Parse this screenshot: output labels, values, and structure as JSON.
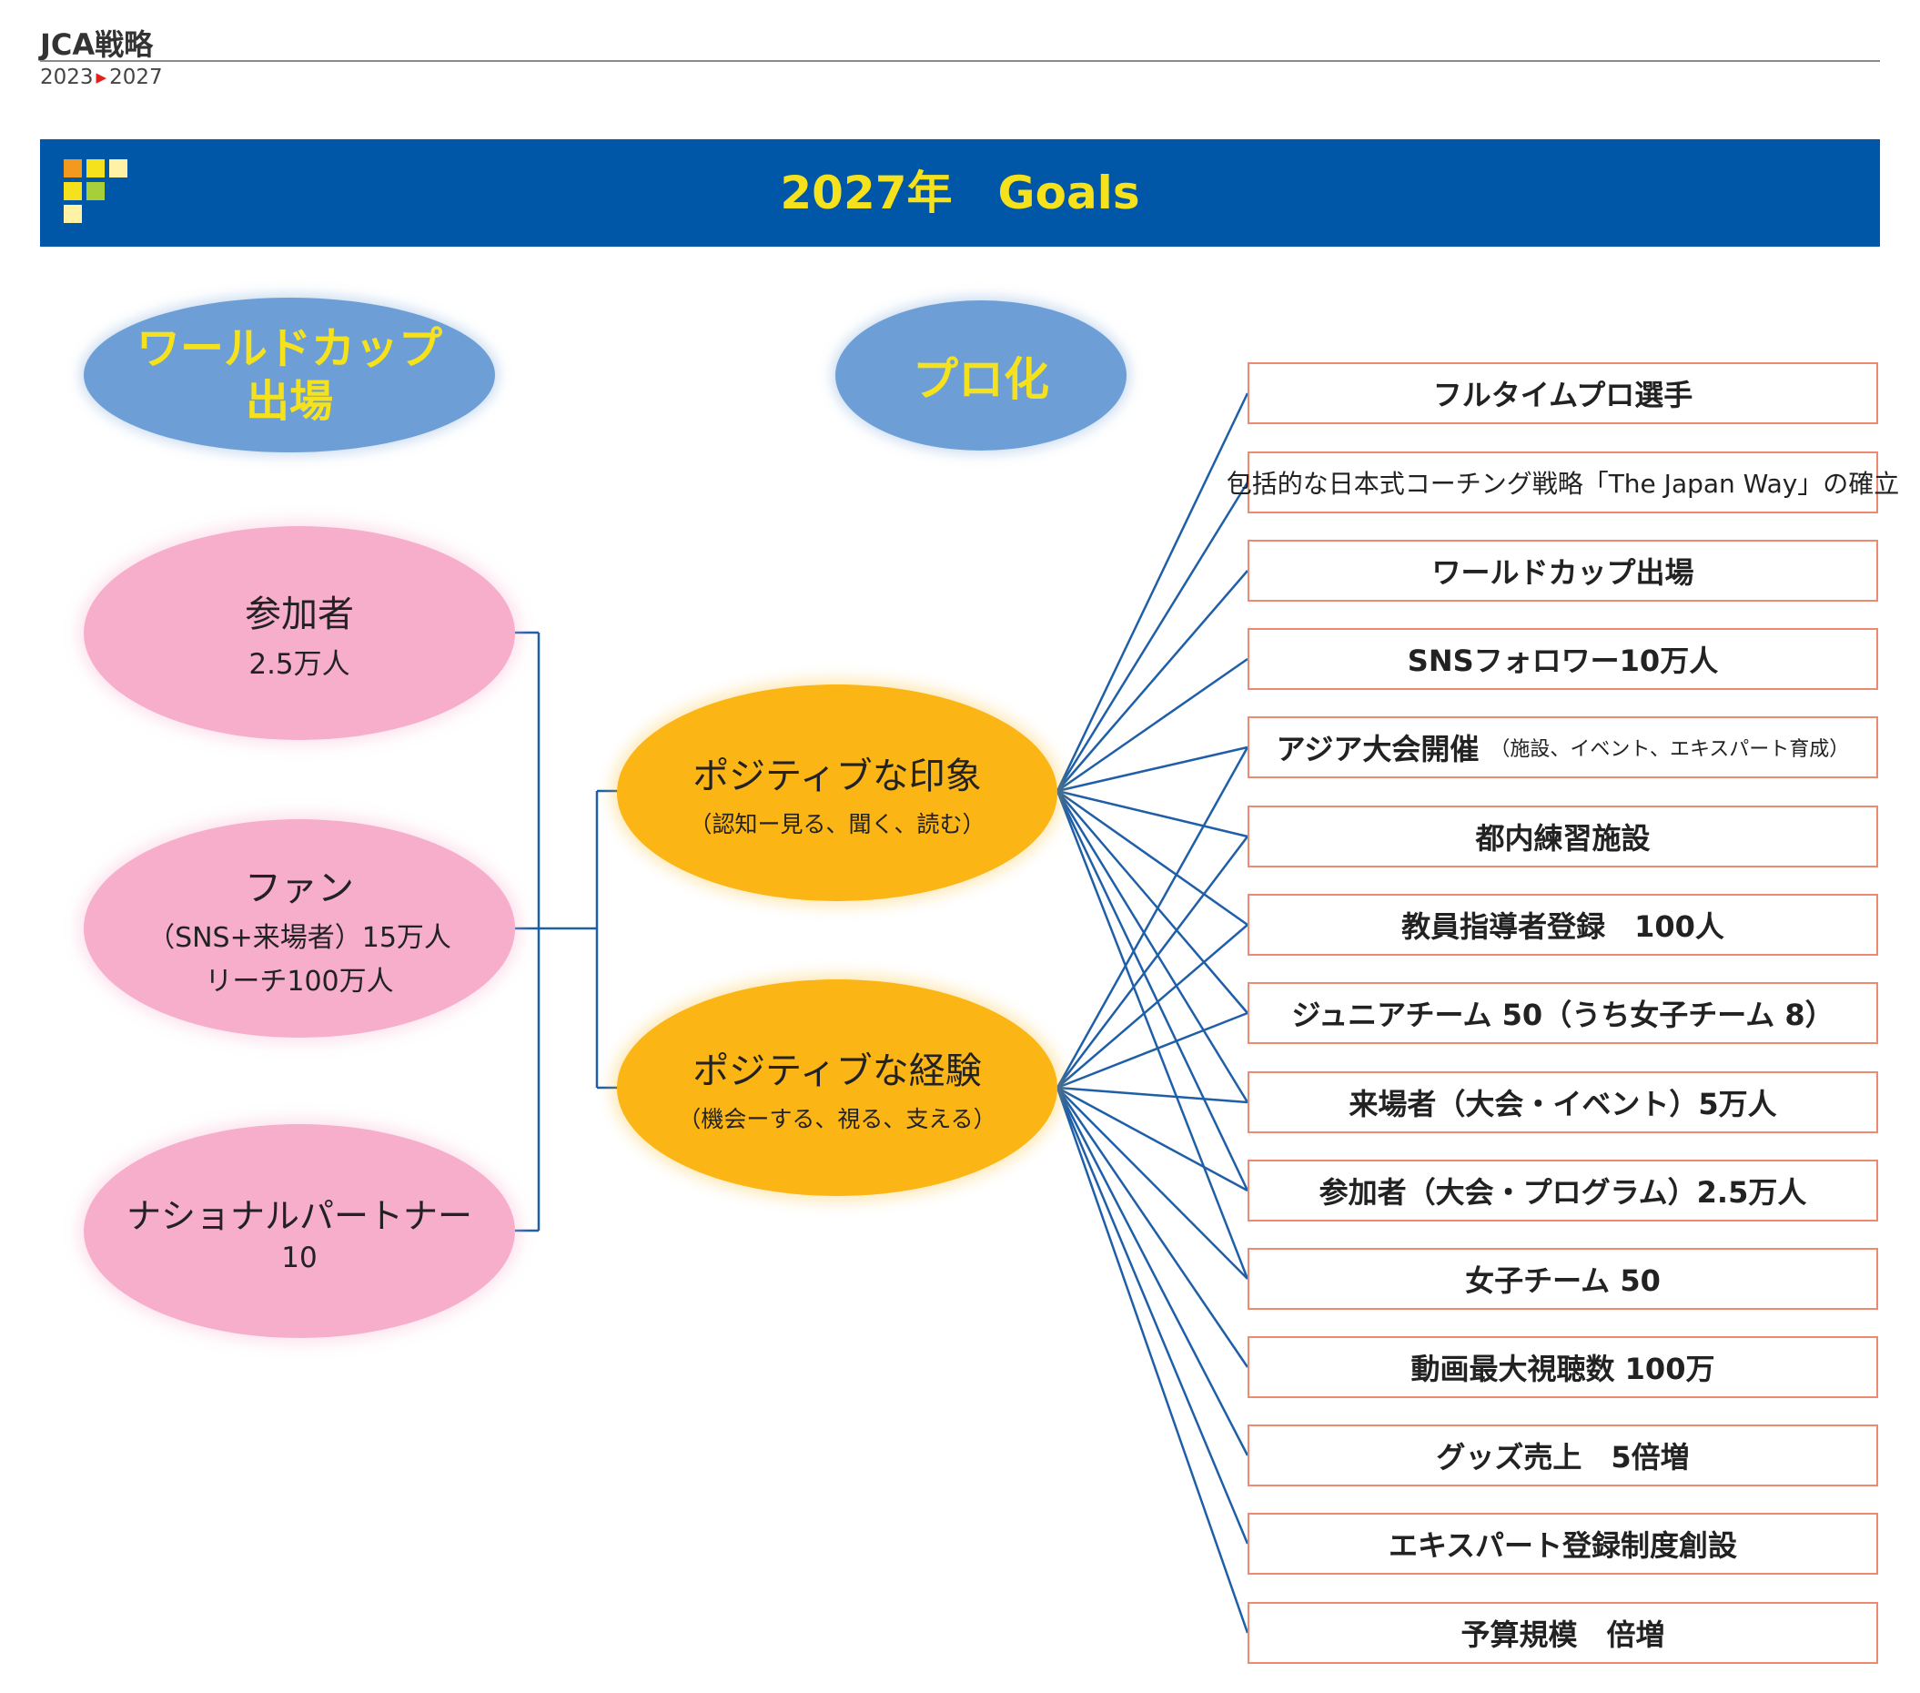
{
  "header": {
    "title": "JCA戦略",
    "period_start": "2023",
    "period_arrow": "▶",
    "period_end": "2027"
  },
  "banner": {
    "title": "2027年　Goals",
    "logo_icon": "colored-squares-logo-icon"
  },
  "colors": {
    "banner": "#0057a8",
    "banner_text": "#f5e21d",
    "blue_oval": "#6d9fd6",
    "pink_oval": "#f7aecb",
    "orange_oval": "#fbb515",
    "connector": "#1f5fa8",
    "box_border": "#ef8a72"
  },
  "top_goals": [
    {
      "line1": "ワールドカップ",
      "line2": "出場"
    },
    {
      "line1": "プロ化"
    }
  ],
  "audiences": [
    {
      "name": "参加者",
      "line2": "2.5万人"
    },
    {
      "name": "ファン",
      "line2": "（SNS+来場者）15万人",
      "line3": "リーチ100万人"
    },
    {
      "name": "ナショナルパートナー",
      "line2": "10"
    }
  ],
  "experiences": [
    {
      "name": "ポジティブな印象",
      "sub": "（認知ー見る、聞く、読む）"
    },
    {
      "name": "ポジティブな経験",
      "sub": "（機会ーする、視る、支える）"
    }
  ],
  "goals": [
    {
      "text": "フルタイムプロ選手"
    },
    {
      "text": "包括的な日本式コーチング戦略「The Japan Way」の確立"
    },
    {
      "text": "ワールドカップ出場"
    },
    {
      "text": "SNSフォロワー10万人"
    },
    {
      "text": "アジア大会開催",
      "note": "（施設、イベント、エキスパート育成）"
    },
    {
      "text": "都内練習施設"
    },
    {
      "text": "教員指導者登録　100人"
    },
    {
      "text": "ジュニアチーム 50（うち女子チーム 8）"
    },
    {
      "text": "来場者（大会・イベント）5万人"
    },
    {
      "text": "参加者（大会・プログラム）2.5万人"
    },
    {
      "text": "女子チーム 50"
    },
    {
      "text": "動画最大視聴数 100万"
    },
    {
      "text": "グッズ売上　5倍増"
    },
    {
      "text": "エキスパート登録制度創設"
    },
    {
      "text": "予算規模　倍増"
    }
  ],
  "connections": {
    "impression_to_goals": [
      0,
      1,
      2,
      3,
      4,
      5,
      6,
      7,
      8,
      9,
      10
    ],
    "experience_to_goals": [
      4,
      5,
      6,
      7,
      8,
      9,
      10,
      11,
      12,
      13,
      14
    ]
  }
}
